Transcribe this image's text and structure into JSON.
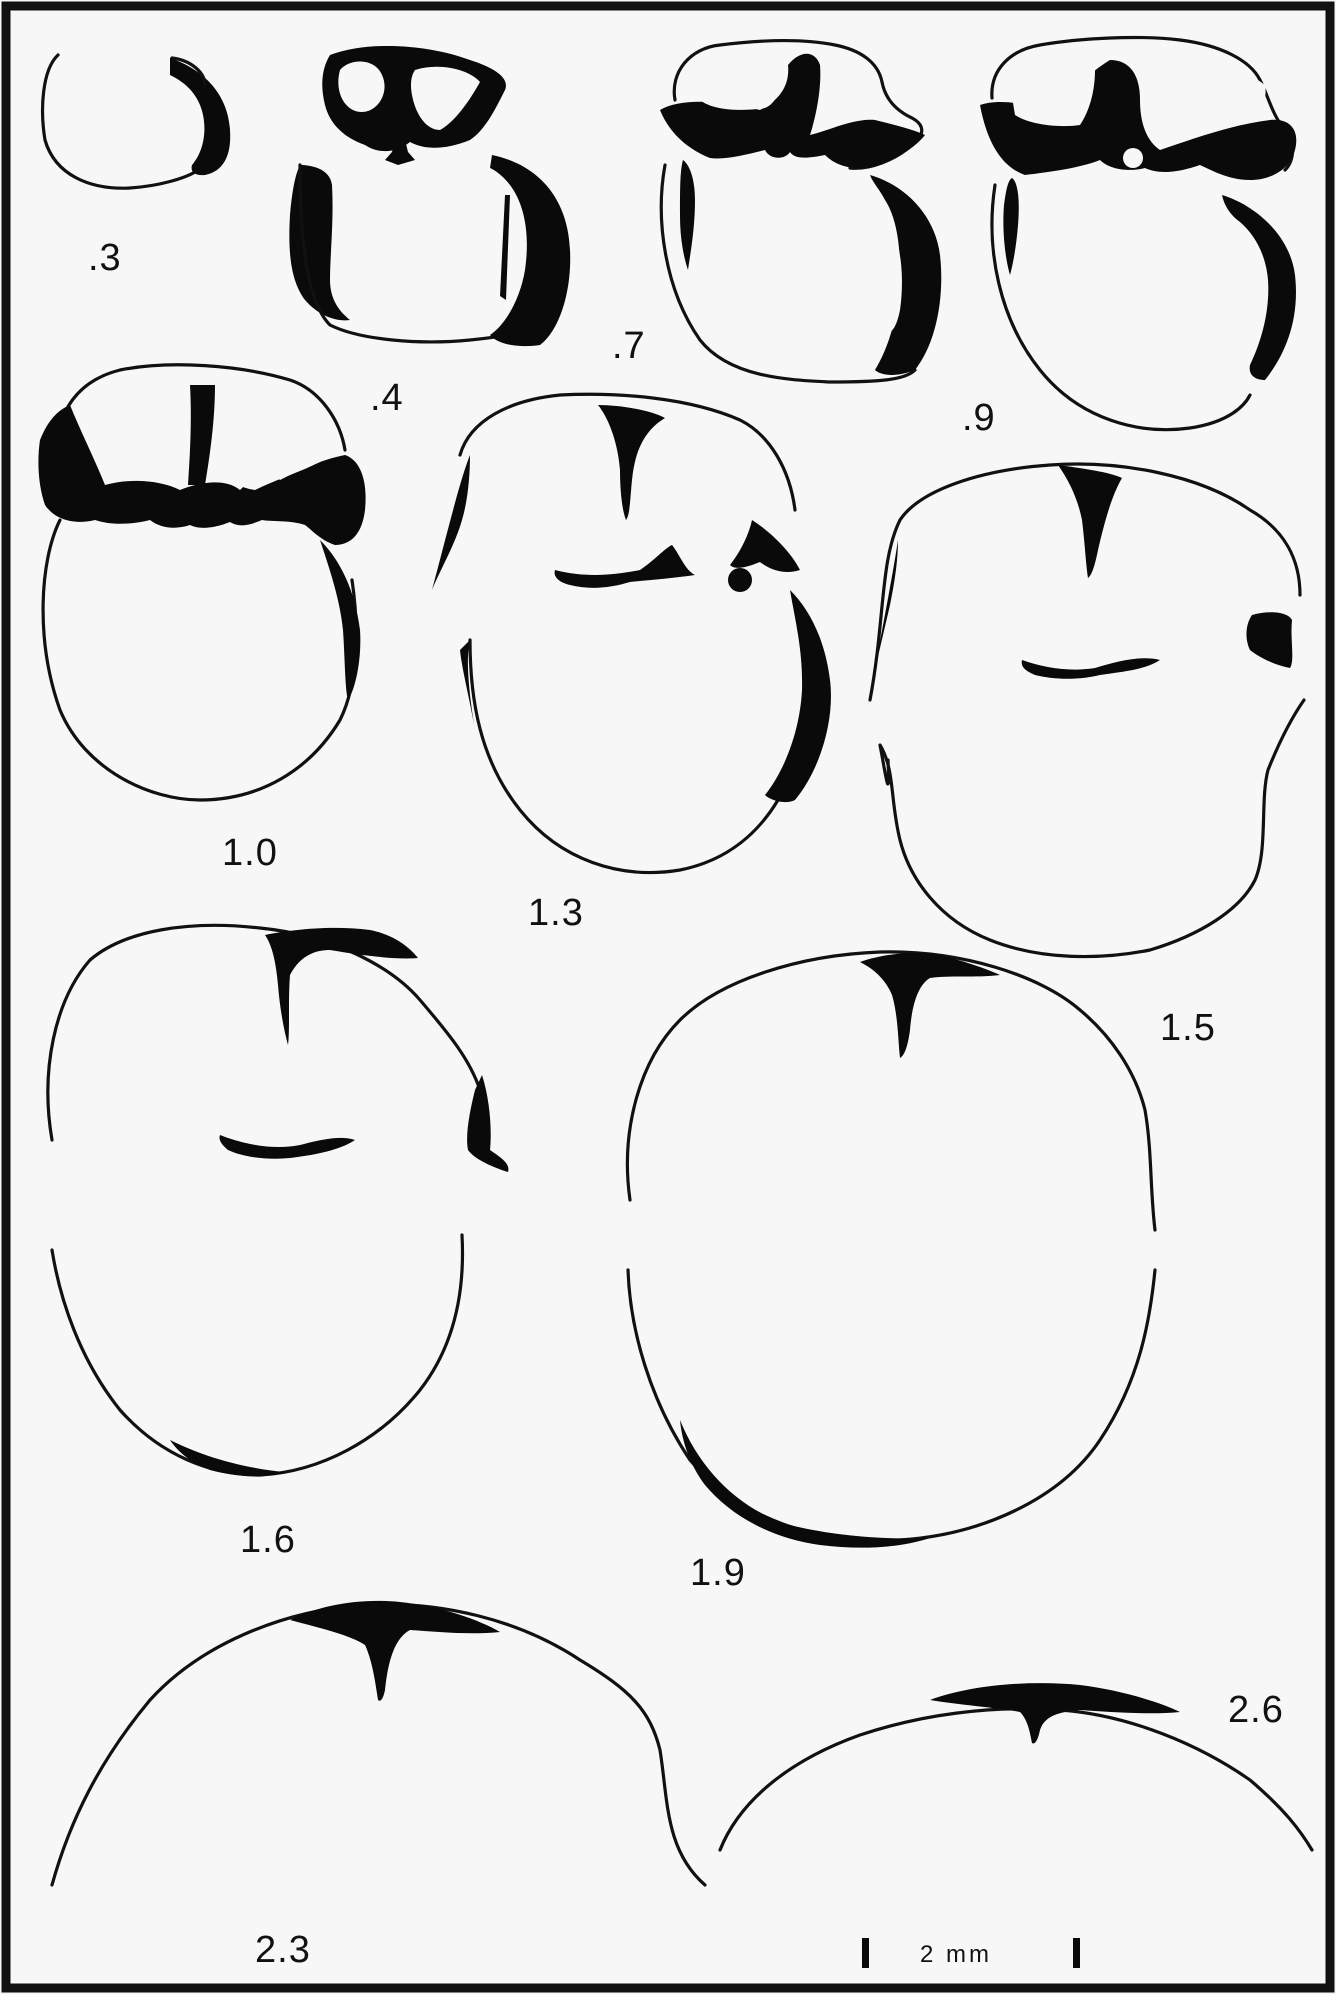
{
  "section_labels": [
    ".3",
    ".4",
    ".7",
    ".9",
    "1.0",
    "1.3",
    "1.5",
    "1.6",
    "1.9",
    "2.3",
    "2.6"
  ],
  "scale_bar": {
    "label": "2 mm"
  },
  "colors": {
    "ink": "#0a0a0a",
    "paper": "#f7f7f7",
    "frame": "#111111"
  }
}
